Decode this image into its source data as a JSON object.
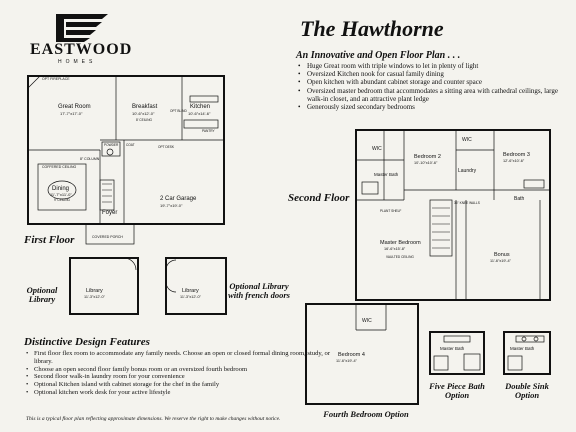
{
  "logo": {
    "brand": "EASTWOOD",
    "sub": "HOMES"
  },
  "title": "The Hawthorne",
  "subtitle": "An Innovative and Open Floor Plan . . .",
  "features": [
    "Huge Great room with triple windows to let in plenty of light",
    "Oversized Kitchen nook for casual family dining",
    "Open kitchen with abundant cabinet storage and counter space",
    "Oversized master bedroom that accommodates a sitting area with cathedral ceilings,  large walk-in closet, and an attractive plant ledge",
    "Generously sized secondary bedrooms"
  ],
  "first_floor": {
    "label": "First Floor",
    "rooms": {
      "great_room": {
        "name": "Great Room",
        "dims": "17'-7\"x17'-0\""
      },
      "breakfast": {
        "name": "Breakfast",
        "dims": "10'-6\"x12'-0\"",
        "note": "8' CEILING"
      },
      "kitchen": {
        "name": "Kitchen",
        "dims": "10'-6\"x14'-6\""
      },
      "dining": {
        "name": "Dining",
        "dims": "11'-7\"x11'-0\"",
        "note": "9' CEILING"
      },
      "garage": {
        "name": "2 Car Garage",
        "dims": "19'-7\"x19'-0\""
      },
      "foyer": {
        "name": "Foyer"
      },
      "fireplace": "OPT FIREPLACE",
      "coffered": "COFFERED CEILING",
      "columns": "8\" COLUMN",
      "coat": "COAT",
      "powder": "POWDER",
      "pantry": "PANTRY",
      "opt_desk": "OPT DESK",
      "blind": "OPT BLIND",
      "porch": "COVERED PORCH"
    }
  },
  "optional_library": {
    "label": "Optional Library",
    "room": "Library",
    "dims": "11'-3\"x12'-0\""
  },
  "optional_library_french": {
    "label": "Optional Library with french doors",
    "room": "Library",
    "dims": "11'-3\"x12'-0\""
  },
  "second_floor": {
    "label": "Second Floor",
    "rooms": {
      "wic": "WIC",
      "master_bath": "Master Bath",
      "bedroom2": {
        "name": "Bedroom 2",
        "dims": "10'-10\"x10'-6\""
      },
      "bedroom3": {
        "name": "Bedroom 3",
        "dims": "12'-6\"x10'-6\""
      },
      "wic2": "WIC",
      "laundry": "Laundry",
      "bath": "Bath",
      "plant_shelf": "PLANT SHELF",
      "knee_walls": "36\" KNEE WALLS",
      "master_bedroom": {
        "name": "Master Bedroom",
        "dims": "16'-6\"x15'-8\"",
        "note": "VAULTED CEILING"
      },
      "bonus": {
        "name": "Bonus",
        "dims": "11'-6\"x19'-4\""
      }
    }
  },
  "fourth_bedroom": {
    "label": "Fourth Bedroom Option",
    "room": "Bedroom 4",
    "dims": "11'-6\"x19'-4\"",
    "wic": "WIC"
  },
  "five_piece": {
    "label": "Five Piece Bath Option",
    "room": "Master Bath"
  },
  "double_sink": {
    "label": "Double Sink Option",
    "room": "Master Bath"
  },
  "distinctive": {
    "title": "Distinctive Design Features",
    "items": [
      "First floor flex room to accommodate any family needs. Choose an open or closed formal dining room, study, or library.",
      "Choose an open second floor family bonus room or an oversized fourth bedroom",
      "Second floor walk-in laundry room for your convenience",
      "Optional Kitchen island with cabinet storage for the chef in the family",
      "Optional kitchen work desk for your active lifestyle"
    ]
  },
  "footnote": "This is a typical floor plan reflecting approximate dimensions.  We reserve the right to make changes without notice."
}
